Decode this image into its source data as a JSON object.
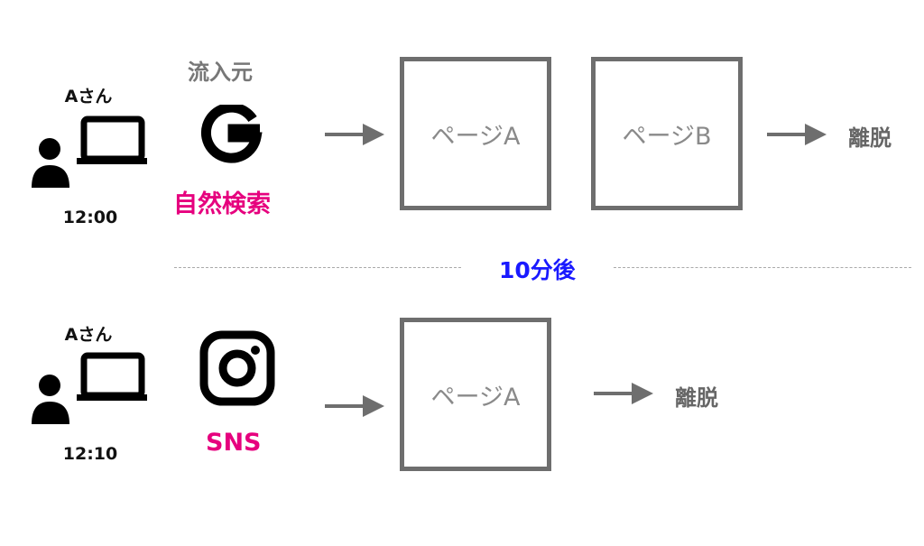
{
  "header": {
    "source_label": "流入元"
  },
  "row1": {
    "user": "Aさん",
    "time": "12:00",
    "source_icon": "google-icon",
    "source": "自然検索",
    "pages": [
      "ページA",
      "ページB"
    ],
    "exit": "離脱"
  },
  "divider": {
    "label": "10分後"
  },
  "row2": {
    "user": "Aさん",
    "time": "12:10",
    "source_icon": "instagram-icon",
    "source": "SNS",
    "pages": [
      "ページA"
    ],
    "exit": "離脱"
  },
  "colors": {
    "pink": "#e6007e",
    "blue": "#1a1aff",
    "gray": "#6e6e6e"
  }
}
